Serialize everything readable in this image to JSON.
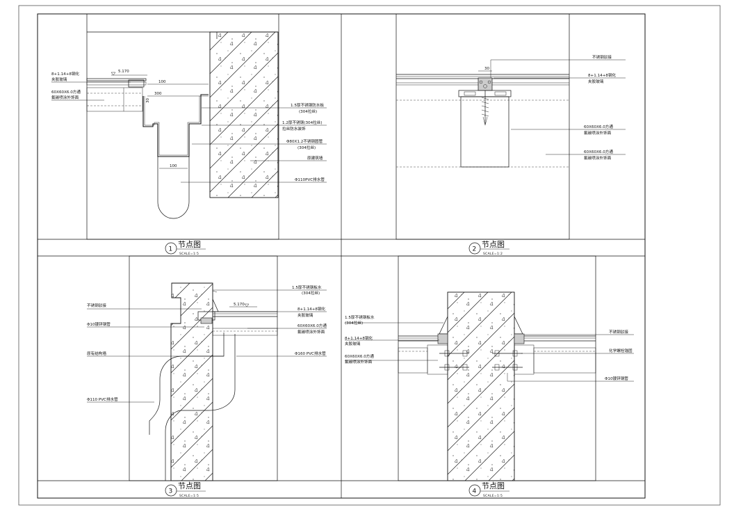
{
  "watermark": "",
  "panels": [
    {
      "number": "1",
      "title": "节点图",
      "scale": "SCALE=1:5",
      "dimensions": [
        "5.170",
        "100",
        "300",
        "100",
        "30"
      ],
      "labels_left": [
        "8+1.14+8钢化",
        "夹胶玻璃",
        "60X60X6.0方通",
        "氟碳喷涂外饰面"
      ],
      "labels_right": [
        "1.5厚不锈钢防水板",
        "(304拉丝)",
        "1.2厚不锈钢(304拉丝)",
        "拉丝防水装饰",
        "Φ80X1.2不锈钢圆管",
        "(304拉丝)",
        "原建筑墙",
        "Φ110PVC排水管"
      ]
    },
    {
      "number": "2",
      "title": "节点图",
      "scale": "SCALE=1:2",
      "dimensions": [
        "30"
      ],
      "labels_right": [
        "不锈钢驳接",
        "8+1.14+8钢化",
        "夹胶玻璃",
        "60X60X6.0方通",
        "氟碳喷涂外饰面",
        "60X60X6.0方通",
        "氟碳喷涂外饰面"
      ]
    },
    {
      "number": "3",
      "title": "节点图",
      "scale": "SCALE=1:5",
      "dimensions": [
        "5.170"
      ],
      "labels_left": [
        "不锈钢驳接",
        "Φ10镀锌钢管",
        "原有结构墙",
        "Φ110 PVC排水管"
      ],
      "labels_right": [
        "1.5厚不锈钢板水",
        "(304拉丝)",
        "8+1.14+8钢化",
        "夹胶玻璃",
        "60X60X6.0方通",
        "氟碳喷涂外饰面",
        "Φ160 PVC排水管"
      ]
    },
    {
      "number": "4",
      "title": "节点图",
      "scale": "SCALE=1:5",
      "labels_left": [
        "1.5厚不锈钢板水",
        "(304拉丝)",
        "8+1.14+8钢化",
        "夹胶玻璃",
        "60X60X6.0方通",
        "氟碳喷涂外饰面"
      ],
      "labels_right": [
        "不锈钢驳接",
        "化学螺栓锚固",
        "Φ10镀锌钢管"
      ]
    }
  ]
}
